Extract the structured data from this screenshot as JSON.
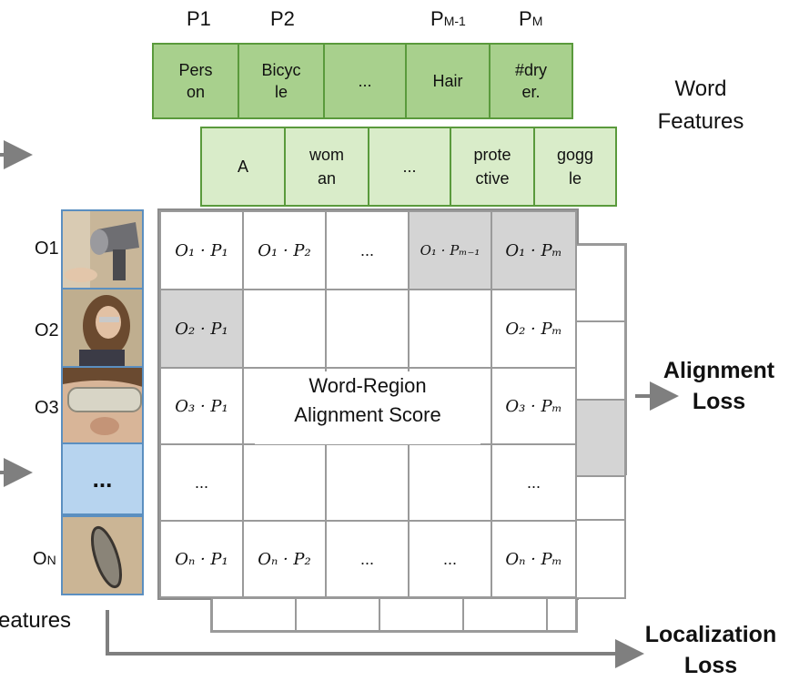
{
  "prompt_labels": [
    "P1",
    "P2",
    "PM-1",
    "PM"
  ],
  "prompt_labels_parts": {
    "p1": "P1",
    "p2": "P2",
    "pm1_main": "P",
    "pm1_sub": "M-1",
    "pm_main": "P",
    "pm_sub": "M"
  },
  "prompt_cells": [
    "Pers\non",
    "Bicyc\nle",
    "...",
    "Hair",
    "#dry\ner."
  ],
  "word_cells": [
    "A",
    "wom\nan",
    "...",
    "prote\nctive",
    "gogg\nle"
  ],
  "word_features_label": "Word\nFeatures",
  "region_labels": [
    "O1",
    "O2",
    "O3",
    "ON"
  ],
  "region_label_parts": {
    "o1": "O1",
    "o2": "O2",
    "o3": "O3",
    "on_main": "O",
    "on_sub": "N"
  },
  "region_dots": "...",
  "features_label": "eatures",
  "grid": [
    [
      "O₁ · P₁",
      "O₁ · P₂",
      "...",
      "O₁ · Pₘ₋₁",
      "O₁ · Pₘ"
    ],
    [
      "O₂ · P₁",
      "",
      "",
      "",
      "O₂ · Pₘ"
    ],
    [
      "O₃ · P₁",
      "",
      "",
      "",
      "O₃ · Pₘ"
    ],
    [
      "...",
      "",
      "",
      "",
      "..."
    ],
    [
      "Oₙ · P₁",
      "Oₙ · P₂",
      "...",
      "...",
      "Oₙ · Pₘ"
    ]
  ],
  "center_label": "Word-Region\nAlignment Score",
  "alignment_loss": "Alignment\nLoss",
  "localization_loss": "Localization\nLoss",
  "colors": {
    "prompt_fill": "#a8d08d",
    "word_fill": "#d9ecc9",
    "green_border": "#5a9a3c",
    "grid_border": "#9a9a9a",
    "shade": "#d4d4d4",
    "region_blue": "#b7d4ef",
    "arrow_gray": "#7f7f7f"
  },
  "icons": [
    "hair-dryer-photo",
    "woman-photo",
    "goggles-photo",
    "clock-photo"
  ]
}
